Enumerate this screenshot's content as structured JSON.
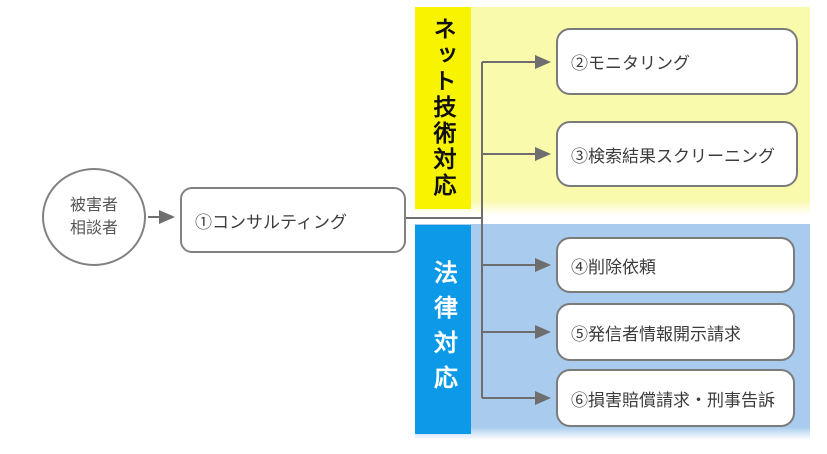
{
  "diagram": {
    "source_ellipse": {
      "line1": "被害者",
      "line2": "相談者"
    },
    "step1_box": {
      "label": "①コンサルティング"
    },
    "sections": [
      {
        "label": "ネット技術対応",
        "bar_color": "#f8f400",
        "panel_color": "#fafaad",
        "label_color": "#101010",
        "boxes": [
          {
            "label": "②モニタリング"
          },
          {
            "label": "③検索結果スクリーニング"
          }
        ]
      },
      {
        "label": "法律対応",
        "bar_color": "#0c9ae8",
        "panel_color": "#a9ccee",
        "label_color": "#ffffff",
        "boxes": [
          {
            "label": "④削除依頼"
          },
          {
            "label": "⑤発信者情報開示請求"
          },
          {
            "label": "⑥損害賠償請求・刑事告訴"
          }
        ]
      }
    ],
    "connector_color": "#6e6e6e",
    "box_border_color": "#7b7b7b"
  }
}
